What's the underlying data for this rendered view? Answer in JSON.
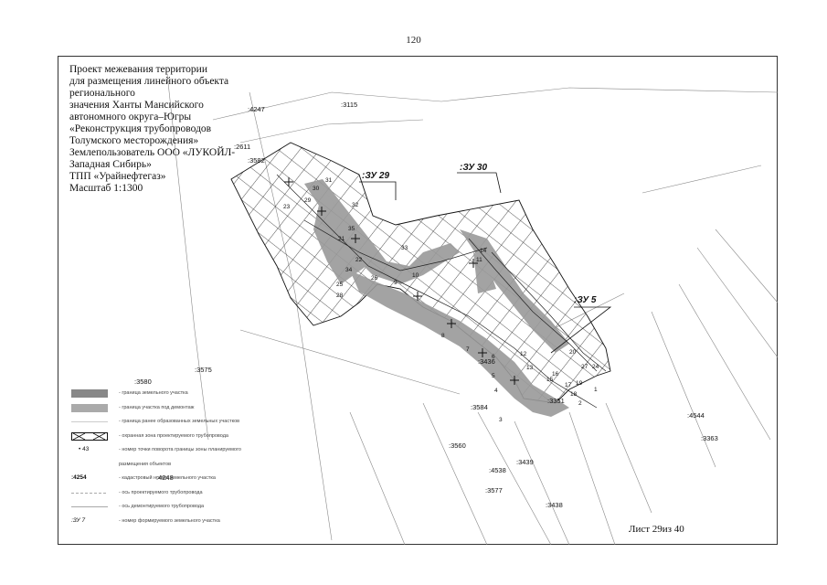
{
  "page_number": "120",
  "title_lines": [
    "Проект межевания территории",
    "для размещения линейного объекта",
    "регионального",
    "значения Ханты Мансийского",
    "автономного округа–Югры",
    "«Реконструкция трубопроводов",
    "Толумского месторождения»",
    "Землепользователь ООО «ЛУКОЙЛ-",
    "Западная Сибирь»",
    "ТПП «Урайнефтегаз»",
    " Масштаб 1:1300"
  ],
  "sheet_label": "Лист 29из 40",
  "parcels": [
    ":ЗУ 29",
    ":ЗУ 30",
    ":ЗУ 5"
  ],
  "cadastral_numbers": [
    ":3115",
    ":4247",
    ":2611",
    ":3582",
    ":3580",
    ":3575",
    ":3584",
    ":3560",
    ":4538",
    ":3439",
    ":3577",
    ":3438",
    ":4544",
    ":3363",
    ":4248",
    ":3436",
    ":3351"
  ],
  "point_numbers": [
    "31",
    "30",
    "29",
    "23",
    "32",
    "21",
    "35",
    "22",
    "34",
    "33",
    "26",
    "25",
    "28",
    "9",
    "10",
    "8",
    "7",
    "6",
    "5",
    "4",
    "3",
    "2",
    "1",
    "12",
    "13",
    "11",
    "14",
    "15",
    "16",
    "17",
    "18",
    "19",
    "20",
    "24",
    "27"
  ],
  "legend": {
    "items": [
      {
        "symbol": "parcel-boundary",
        "text": "- граница земельного участка"
      },
      {
        "symbol": "parcel-dismantle",
        "text": "- граница участка под демонтаж"
      },
      {
        "symbol": "previous-boundary",
        "text": "- граница ранее образованных земельных участков"
      },
      {
        "symbol": "hatched-zone",
        "text": "- охранная зона проектируемого трубопровода"
      },
      {
        "symbol": "point",
        "code": "• 43",
        "text": "- номер точки поворота границы зоны планируемого"
      },
      {
        "symbol": "none",
        "text": "размещения объектов"
      },
      {
        "symbol": "cad-number",
        "code": ":4254",
        "text": "- кадастровый номер земельного участка"
      },
      {
        "symbol": "line-proj",
        "text": "- ось проектируемого трубопровода"
      },
      {
        "symbol": "line-dem",
        "text": "- ось демонтируемого трубопровода"
      },
      {
        "symbol": "parcel-code",
        "code": ":ЗУ 7",
        "text": "- номер формируемого земельного участка"
      }
    ]
  }
}
